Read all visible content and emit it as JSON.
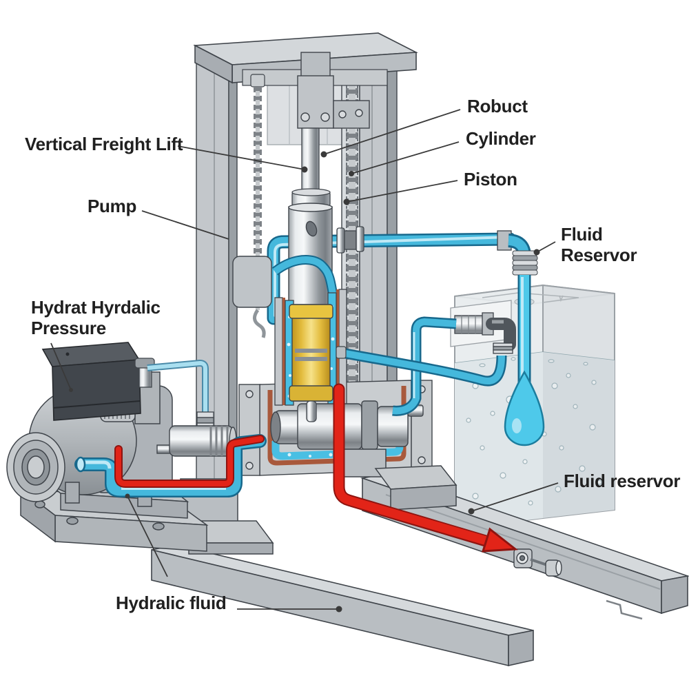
{
  "diagram": {
    "title": "Vertical freight lift hydraulic system cutaway diagram",
    "labels": {
      "vertical_freight_lift": "Vertical Freight Lift",
      "pump": "Pump",
      "robuct": "Robuct",
      "cylinder": "Cylinder",
      "piston": "Piston",
      "fluid_reservoir_top_line1": "Fluid",
      "fluid_reservoir_top_line2": "Reservor",
      "hydraulic_pressure_line1": "Hydrat Hyrdalic",
      "hydraulic_pressure_line2": "Pressure",
      "fluid_reservoir_bottom": "Fluid reservor",
      "hydraulic_fluid": "Hydralic fluid"
    },
    "colors": {
      "pipe_blue": "#45b8dc",
      "pipe_blue_light": "#bfe9f6",
      "pipe_blue_dark": "#17688c",
      "fluid_cyan": "#49bfe3",
      "drop_cyan": "#4ec9ea",
      "pipe_red": "#e22418",
      "pipe_red_dark": "#8e1410",
      "piston_yellow": "#ecc94f",
      "gasket_brown": "#a8593c",
      "metal_light": "#d5d9dc",
      "metal_mid": "#b9bec2",
      "metal_dark": "#8f959a",
      "outline": "#3f444a",
      "label_text": "#202020",
      "leader_line": "#3a3a3a"
    },
    "components": [
      "top-beam",
      "left-mast",
      "right-mast",
      "lift-chain",
      "piston-rod",
      "hydraulic-cylinder",
      "piston",
      "cylinder-base-manifold",
      "pump-assembly",
      "motor-control-box",
      "fluid-reservoir-tank",
      "return-pipe",
      "suction-pipe",
      "pressure-pipe",
      "fork-upper",
      "fork-lower",
      "flow-arrow"
    ]
  }
}
